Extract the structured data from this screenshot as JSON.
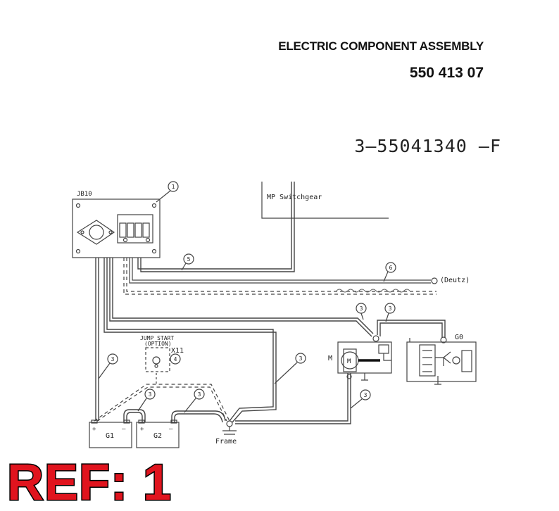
{
  "header": {
    "title": "ELECTRIC COMPONENT ASSEMBLY",
    "part_number": "550 413 07",
    "drawing_number": "3—55041340 —F"
  },
  "diagram": {
    "junction_box": "JB10",
    "switchgear": "MP Switchgear",
    "deutz": "(Deutz)",
    "jump_start": "JUMP START",
    "jump_option": "(OPTION)",
    "connector_x11": "X11",
    "generator": "G0",
    "motor_label": "M",
    "motor_symbol": "M",
    "battery_1": "G1",
    "battery_2": "G2",
    "frame": "Frame",
    "plus": "+",
    "minus": "—",
    "callouts": {
      "c1": "1",
      "c3": "3",
      "c4": "4",
      "c5": "5",
      "c6": "6"
    }
  },
  "ref_stamp": "REF: 1"
}
